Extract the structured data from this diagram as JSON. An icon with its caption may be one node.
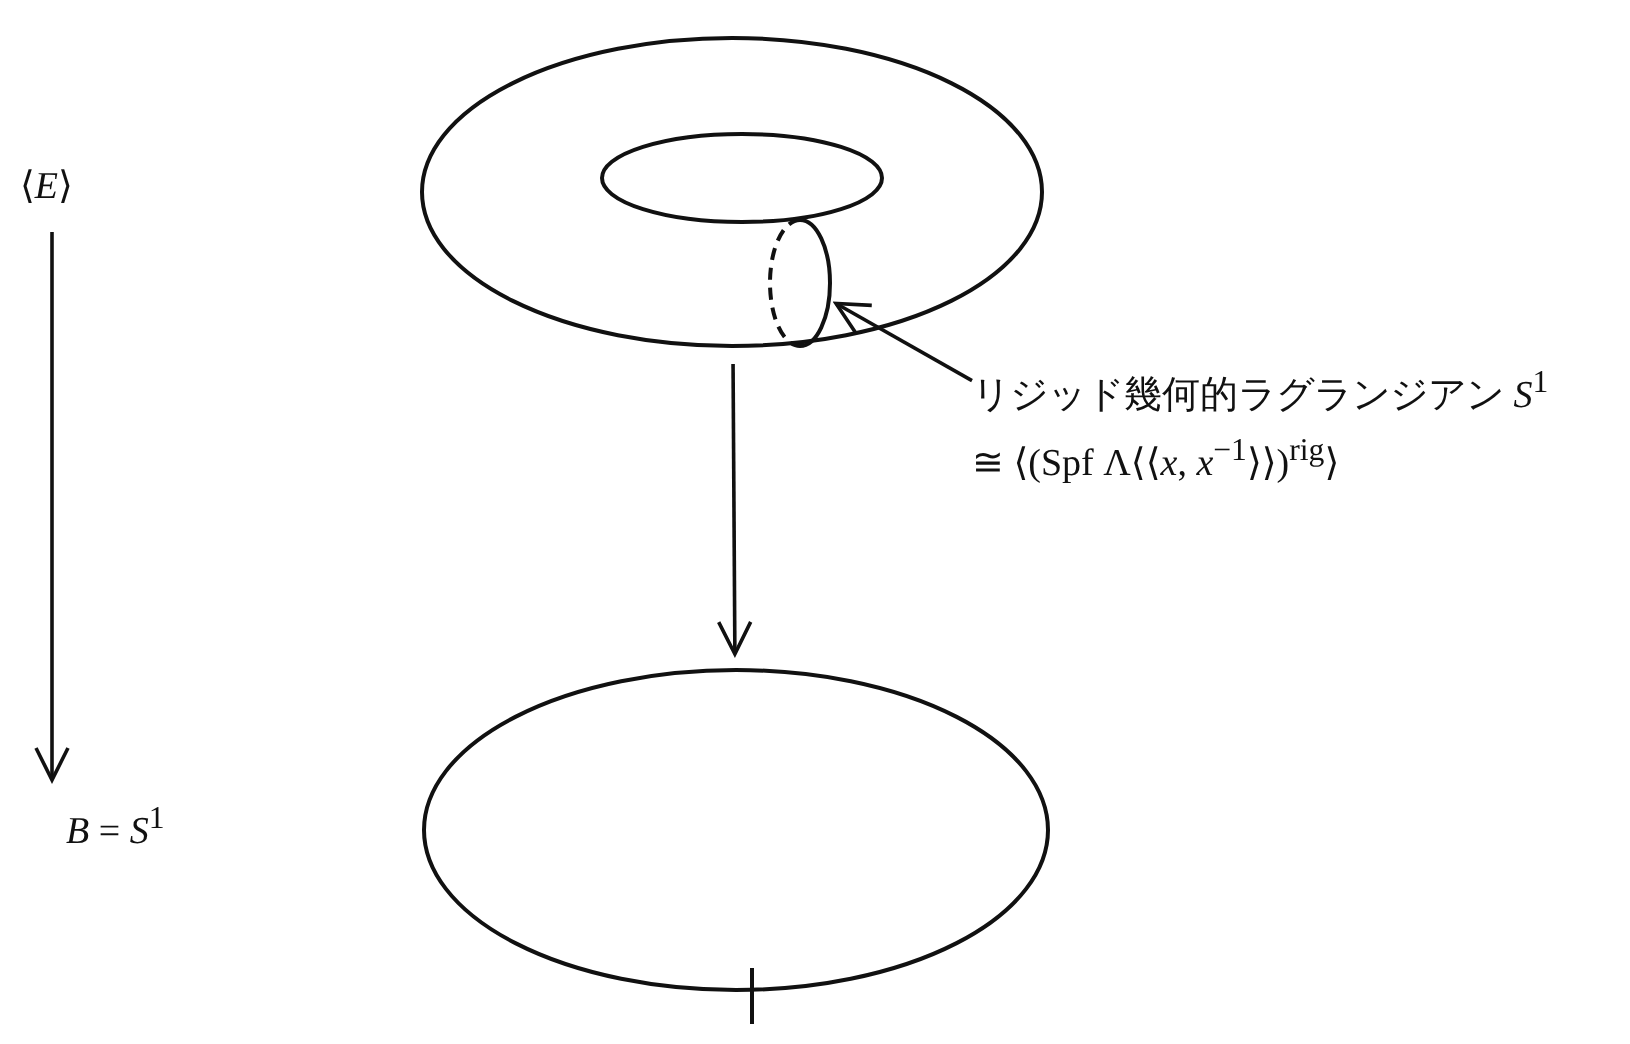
{
  "diagram": {
    "nodes": [
      {
        "text": [
          "⟨*E*⟩"
        ]
      },
      {
        "text": [
          "*B* = *S*$^{1}$"
        ]
      },
      {
        "text": [],
        "shape": "torus"
      },
      {
        "text": [],
        "shape": "ellipse"
      },
      {
        "text": [],
        "shape": "circle",
        "in": 2
      },
      {
        "text": [
          "リジッド幾何的ラグランジアン *S*$^{1}$ ≅ ⟨(Spf Λ⟨⟨*x*, *x*$^{−1}$⟩⟩)$^{rig}$⟩"
        ]
      }
    ],
    "edges": [
      {
        "from": 0,
        "to": 1,
        "arrow": "to"
      },
      {
        "from": 2,
        "to": 3,
        "arrow": "to"
      },
      {
        "from": 5,
        "to": 4,
        "arrow": "to"
      }
    ]
  }
}
